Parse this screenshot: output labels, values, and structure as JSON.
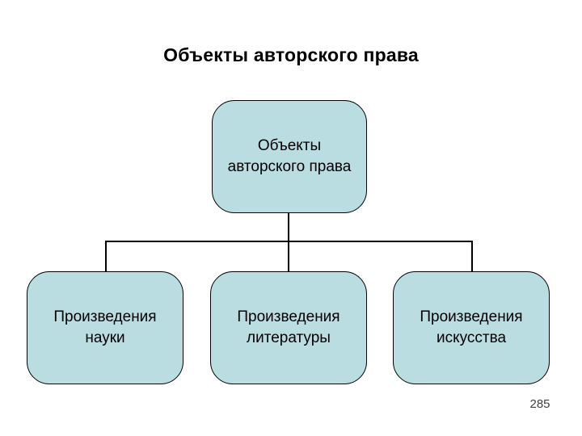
{
  "slide": {
    "title": "Объекты авторского права",
    "page_number": "285"
  },
  "diagram": {
    "root": {
      "label": "Объекты авторского права"
    },
    "children": [
      {
        "label": "Произведения науки"
      },
      {
        "label": "Произведения литературы"
      },
      {
        "label": "Произведения искусства"
      }
    ],
    "colors": {
      "box_fill": "#badde2",
      "box_border": "#000000",
      "connector": "#000000",
      "title_text": "#000000",
      "page_number_text": "#3f3f3f"
    }
  }
}
